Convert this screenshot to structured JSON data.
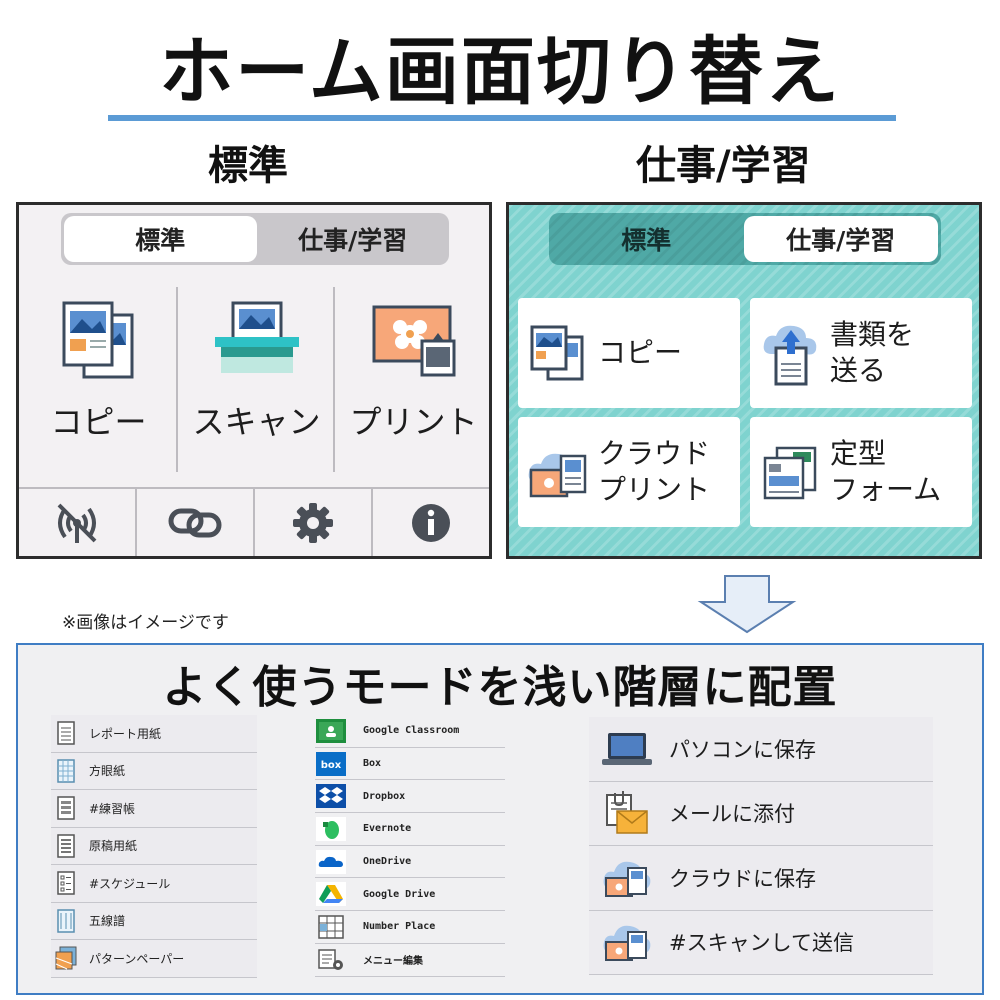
{
  "title": "ホーム画面切り替え",
  "modes": {
    "standard": "標準",
    "work": "仕事/学習"
  },
  "standard_panel": {
    "tabs": [
      "標準",
      "仕事/学習"
    ],
    "functions": [
      "コピー",
      "スキャン",
      "プリント"
    ],
    "bottom_icons": [
      "wireless-icon",
      "link-icon",
      "gear-icon",
      "info-icon"
    ]
  },
  "work_panel": {
    "tabs": [
      "標準",
      "仕事/学習"
    ],
    "tiles": [
      {
        "line1": "コピー",
        "line2": ""
      },
      {
        "line1": "書類を",
        "line2": "送る"
      },
      {
        "line1": "クラウド",
        "line2": "プリント"
      },
      {
        "line1": "定型",
        "line2": "フォーム"
      }
    ]
  },
  "note": "※画像はイメージです",
  "lower": {
    "title": "よく使うモードを浅い階層に配置",
    "forms": [
      "レポート用紙",
      "方眼紙",
      "#練習帳",
      "原稿用紙",
      "#スケジュール",
      "五線譜",
      "パターンペーパー"
    ],
    "cloud": [
      "Google Classroom",
      "Box",
      "Dropbox",
      "Evernote",
      "OneDrive",
      "Google Drive",
      "Number Place",
      "メニュー編集"
    ],
    "scan": [
      "パソコンに保存",
      "メールに添付",
      "クラウドに保存",
      "#スキャンして送信"
    ]
  },
  "colors": {
    "accent_blue": "#5b9bd5",
    "teal": "#7fd3cf",
    "frame_blue": "#3f7dc4"
  }
}
